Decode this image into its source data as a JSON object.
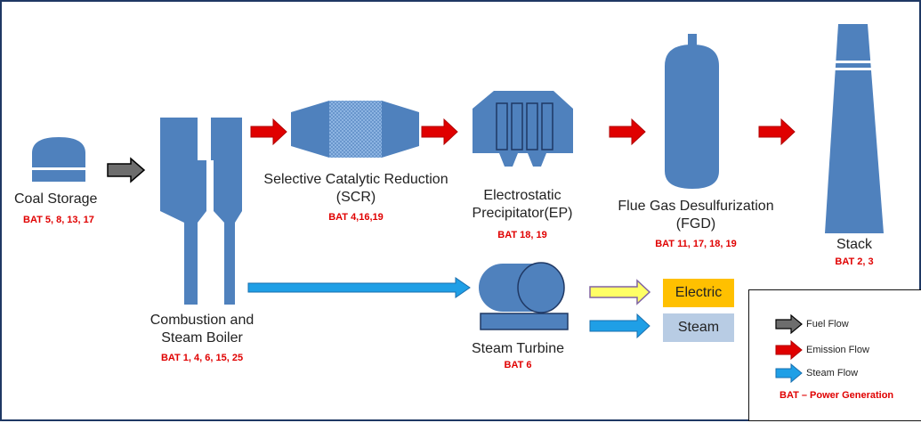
{
  "colors": {
    "equipment": "#4f81bd",
    "fuel_arrow": "#6d6d6d",
    "emission_arrow": "#e00000",
    "steam_arrow": "#1f9fe6",
    "electric_arrow": "#ffff66",
    "electric_box": "#ffc000",
    "steam_box": "#b8cce4",
    "bat_text": "#e00000"
  },
  "components": [
    {
      "id": "coal-storage",
      "label": "Coal Storage",
      "bat": "BAT 5, 8, 13, 17",
      "icon": "dome-silo-icon"
    },
    {
      "id": "boiler",
      "label": "Combustion and Steam Boiler",
      "label_lines": [
        "Combustion and",
        "Steam Boiler"
      ],
      "bat": "BAT 1, 4, 6, 15, 25",
      "icon": "boiler-icon"
    },
    {
      "id": "scr",
      "label": "Selective Catalytic Reduction (SCR)",
      "label_lines": [
        "Selective Catalytic Reduction",
        "(SCR)"
      ],
      "bat": "BAT 4,16,19",
      "icon": "scr-reactor-icon"
    },
    {
      "id": "ep",
      "label": "Electrostatic Precipitator(EP)",
      "label_lines": [
        "Electrostatic",
        "Precipitator(EP)"
      ],
      "bat": "BAT 18, 19",
      "icon": "precipitator-icon"
    },
    {
      "id": "fgd",
      "label": "Flue Gas Desulfurization (FGD)",
      "label_lines": [
        "Flue Gas Desulfurization",
        "(FGD)"
      ],
      "bat": "BAT 11, 17, 18, 19",
      "icon": "fgd-tower-icon"
    },
    {
      "id": "stack",
      "label": "Stack",
      "bat": "BAT 2, 3",
      "icon": "stack-icon"
    },
    {
      "id": "turbine",
      "label": "Steam Turbine",
      "bat": "BAT 6",
      "icon": "turbine-icon"
    }
  ],
  "outputs": {
    "electric": "Electric",
    "steam": "Steam"
  },
  "legend": {
    "items": [
      {
        "label": "Fuel Flow",
        "type": "fuel"
      },
      {
        "label": "Emission Flow",
        "type": "emission"
      },
      {
        "label": "Steam Flow",
        "type": "steam"
      }
    ],
    "title": "BAT – Power Generation"
  }
}
